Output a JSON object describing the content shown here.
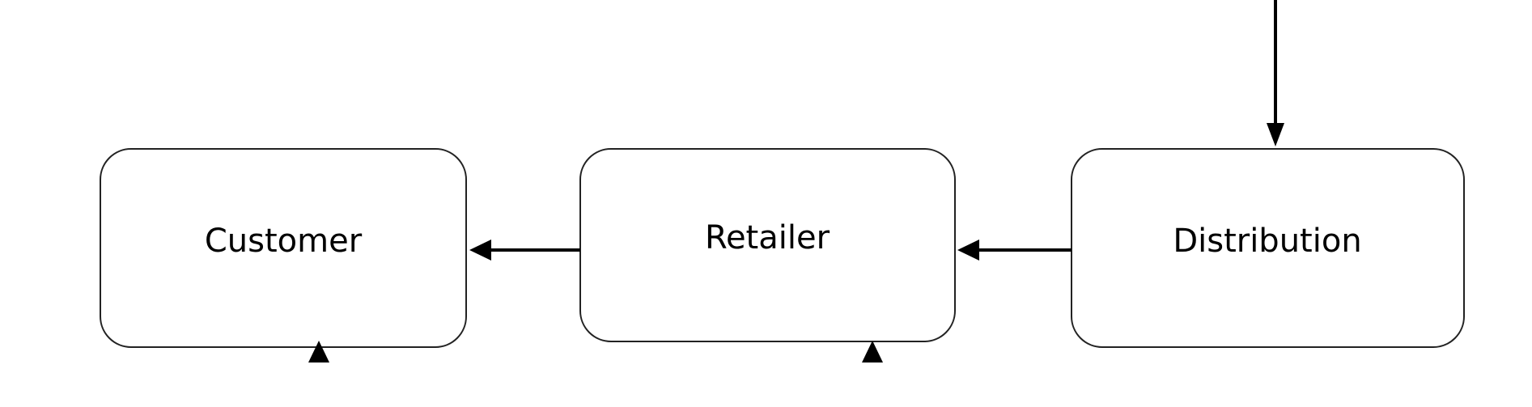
{
  "nodes": [
    {
      "id": "customer",
      "label": "Customer"
    },
    {
      "id": "retailer",
      "label": "Retailer"
    },
    {
      "id": "distribution",
      "label": "Distribution"
    }
  ],
  "edges": [
    {
      "from": "distribution",
      "to": "retailer"
    },
    {
      "from": "retailer",
      "to": "customer"
    }
  ]
}
